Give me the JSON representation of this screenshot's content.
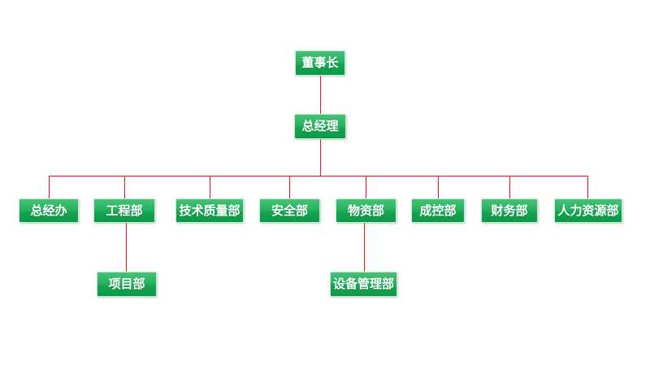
{
  "diagram": {
    "type": "org-chart",
    "line_color": "#fe0f0f",
    "node_gradient_top": "#45c276",
    "node_gradient_bottom": "#0a9a47",
    "node_text_color": "#ffffff",
    "nodes": {
      "chairman": {
        "label": "董事长"
      },
      "general_manager": {
        "label": "总经理",
        "parent": "董事长"
      },
      "departments": [
        {
          "label": "总经办",
          "parent": "总经理"
        },
        {
          "label": "工程部",
          "parent": "总经理"
        },
        {
          "label": "技术质量部",
          "parent": "总经理"
        },
        {
          "label": "安全部",
          "parent": "总经理"
        },
        {
          "label": "物资部",
          "parent": "总经理"
        },
        {
          "label": "成控部",
          "parent": "总经理"
        },
        {
          "label": "财务部",
          "parent": "总经理"
        },
        {
          "label": "人力资源部",
          "parent": "总经理"
        }
      ],
      "sub_departments": [
        {
          "label": "项目部",
          "parent": "工程部"
        },
        {
          "label": "设备管理部",
          "parent": "物资部"
        }
      ]
    }
  }
}
